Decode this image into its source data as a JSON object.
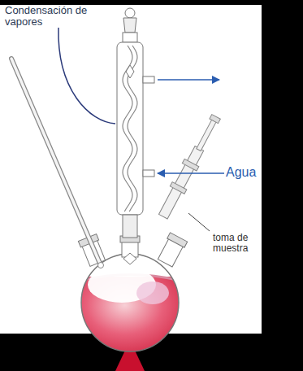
{
  "diagram": {
    "labels": [
      "Condensación de vapores",
      "Agua",
      "toma de muestra"
    ]
  }
}
